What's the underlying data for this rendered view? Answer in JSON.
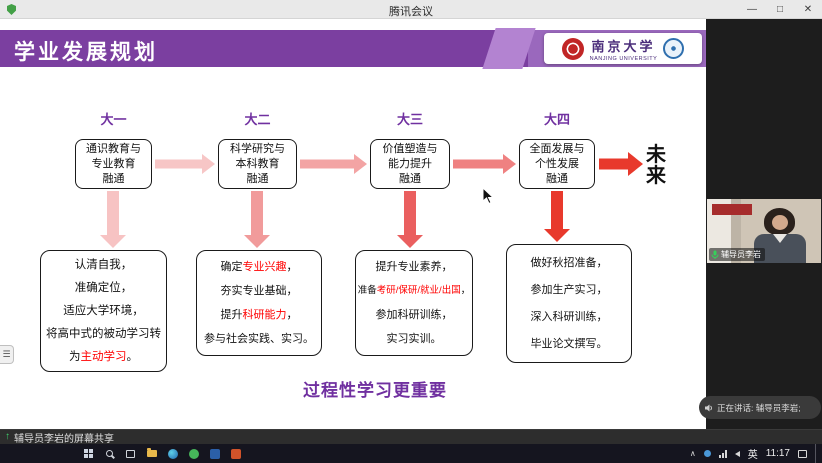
{
  "titlebar": {
    "title": "腾讯会议"
  },
  "icons": {
    "minimize": "—",
    "maximize": "□",
    "close": "✕",
    "tray_expand": "∧",
    "share_arrow": "↑",
    "panel_handle": "☰"
  },
  "slide": {
    "title": "学业发展规划",
    "university": {
      "name_cn": "南京大学",
      "name_en": "NANJING UNIVERSITY"
    },
    "future": "未来",
    "slogan": "过程性学习更重要",
    "stages": [
      {
        "label": "大一",
        "box_lines": [
          "通识教育与",
          "专业教育",
          "融通"
        ],
        "note_lines": [
          [
            {
              "t": "认清自我，"
            }
          ],
          [
            {
              "t": "准确定位，"
            }
          ],
          [
            {
              "t": "适应大学环境，"
            }
          ],
          [
            {
              "t": "将高中式的被动学习转"
            }
          ],
          [
            {
              "t": "为"
            },
            {
              "t": "主动学习",
              "r": true
            },
            {
              "t": "。"
            }
          ]
        ]
      },
      {
        "label": "大二",
        "box_lines": [
          "科学研究与",
          "本科教育",
          "融通"
        ],
        "note_lines": [
          [
            {
              "t": "确定"
            },
            {
              "t": "专业兴趣",
              "r": true
            },
            {
              "t": "，"
            }
          ],
          [
            {
              "t": "夯实专业基础，"
            }
          ],
          [
            {
              "t": "提升"
            },
            {
              "t": "科研能力",
              "r": true
            },
            {
              "t": "，"
            }
          ],
          [
            {
              "t": "参与社会实践、实习。"
            }
          ]
        ]
      },
      {
        "label": "大三",
        "box_lines": [
          "价值塑造与",
          "能力提升",
          "融通"
        ],
        "note_lines": [
          [
            {
              "t": "提升专业素养，"
            }
          ],
          [
            {
              "t": "准备"
            },
            {
              "t": "考研/保研/就业/出国",
              "r": true
            },
            {
              "t": "，"
            }
          ],
          [
            {
              "t": "参加科研训练，"
            }
          ],
          [
            {
              "t": "实习实训。"
            }
          ]
        ]
      },
      {
        "label": "大四",
        "box_lines": [
          "全面发展与",
          "个性发展",
          "融通"
        ],
        "note_lines": [
          [
            {
              "t": "做好秋招准备，"
            }
          ],
          [
            {
              "t": "参加生产实习，"
            }
          ],
          [
            {
              "t": "深入科研训练，"
            }
          ],
          [
            {
              "t": "毕业论文撰写。"
            }
          ]
        ]
      }
    ]
  },
  "sidebar": {
    "participant_name": "辅导员李岩",
    "speaking_toast": "正在讲话: 辅导员李岩;"
  },
  "share_bar": {
    "text": "辅导员李岩的屏幕共享"
  },
  "taskbar": {
    "lang": "英",
    "time": "11:17"
  },
  "colors": {
    "header_purple": "#7b3fa0",
    "stage_purple": "#7030a0",
    "highlight_red": "#ff0000",
    "arrow_red": "#e8392c",
    "mic_green": "#35d05a"
  }
}
